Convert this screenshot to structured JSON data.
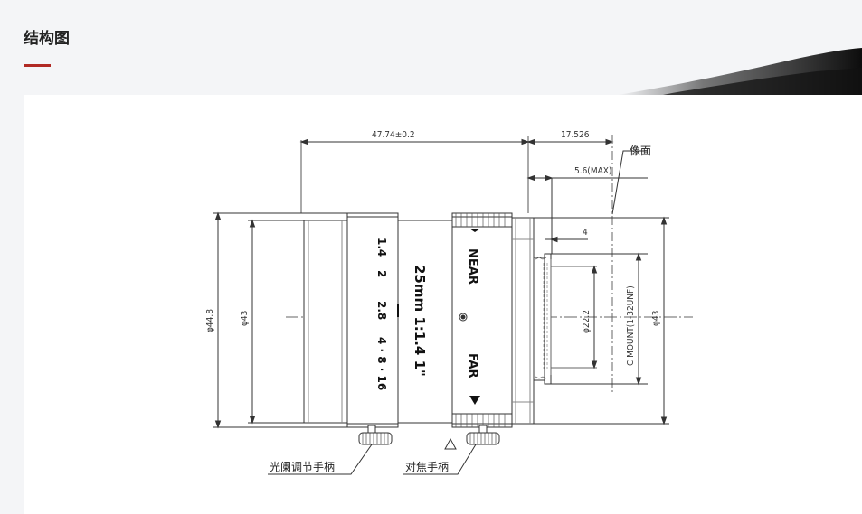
{
  "section": {
    "title": "结构图"
  },
  "drawing": {
    "dims": {
      "length": "47.74±0.2",
      "flange": "17.526",
      "max_protrusion": "5.6(MAX)",
      "image_plane": "像面",
      "thread_depth": "4",
      "outer_dia": "φ44.8",
      "body_dia": "φ43",
      "rear_dia": "φ22.2",
      "mount": "C MOUNT(1-32UNF)",
      "rear_body_dia": "φ43"
    },
    "engraving": {
      "model": "25mm 1:1.4 1\"",
      "near": "NEAR",
      "far": "FAR",
      "f_numbers": [
        "1.4",
        "2",
        "2.8",
        "4 · 8 · 16"
      ]
    },
    "callouts": {
      "iris": "光阑调节手柄",
      "focus": "对焦手柄"
    }
  },
  "colors": {
    "accent": "#b12a24",
    "line": "#333333"
  }
}
